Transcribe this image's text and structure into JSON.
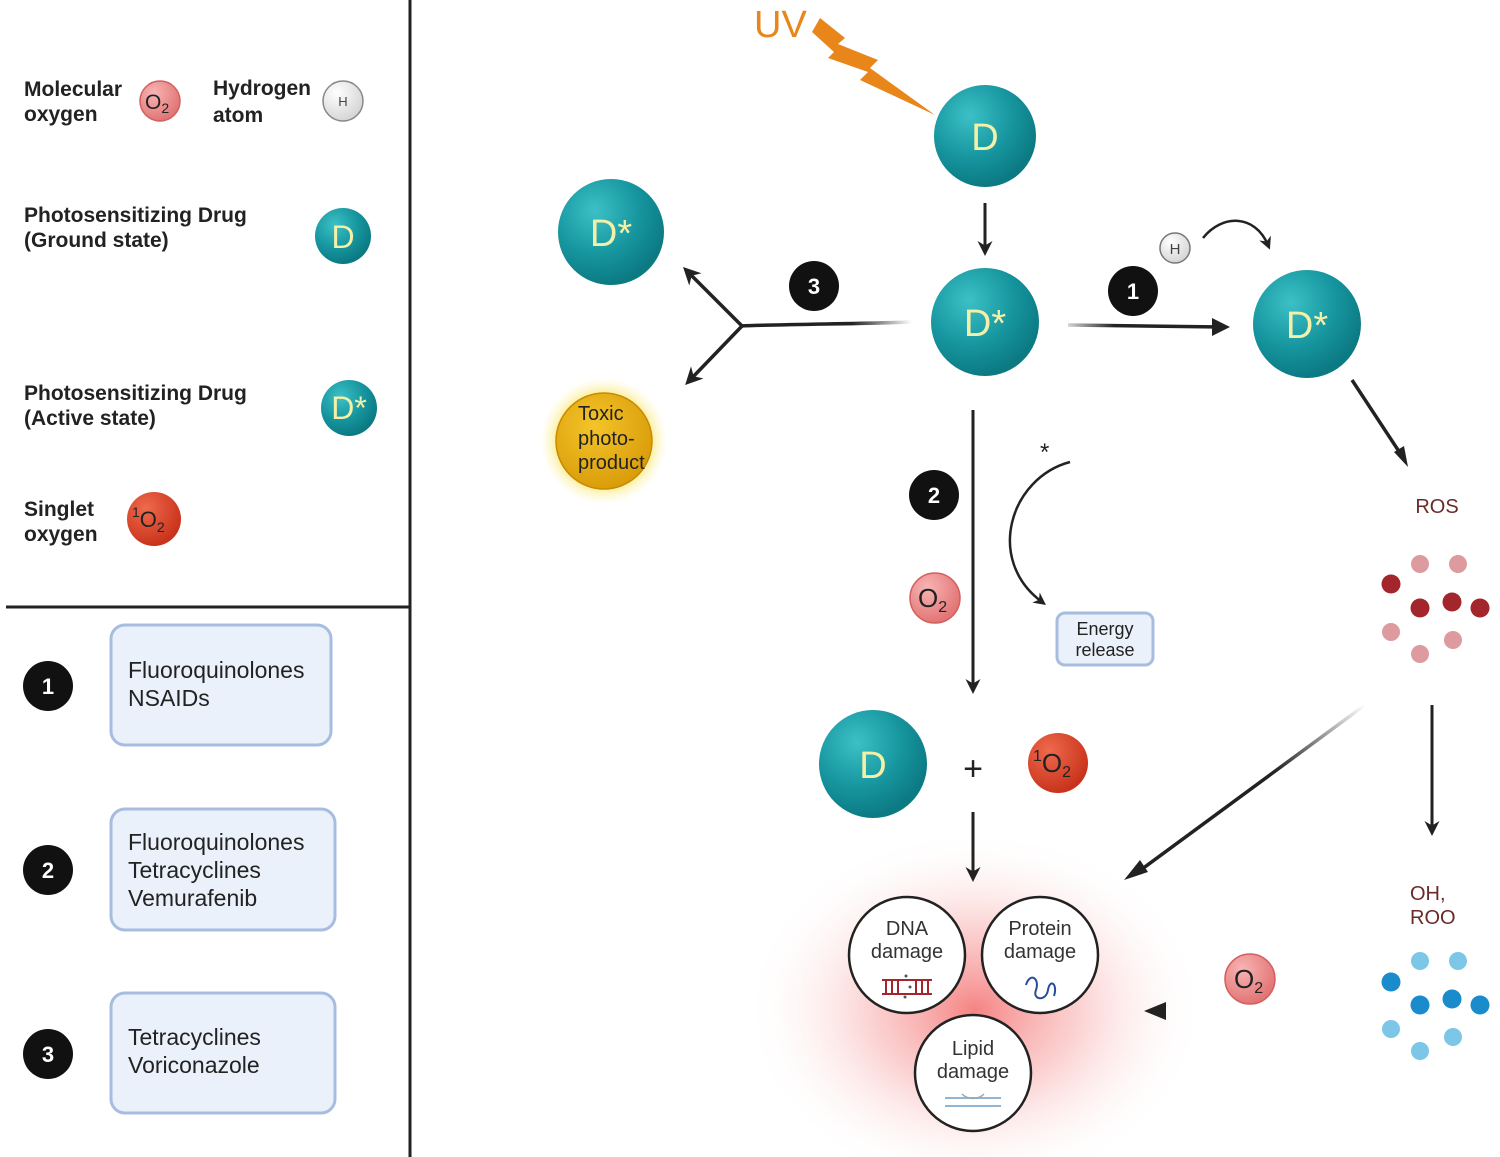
{
  "legend": {
    "molecular_oxygen": "Molecular oxygen",
    "molecular_oxygen_line1": "Molecular",
    "molecular_oxygen_line2": "oxygen",
    "hydrogen_atom_line1": "Hydrogen",
    "hydrogen_atom_line2": "atom",
    "hydrogen_symbol": "H",
    "ground_line1": "Photosensitizing Drug",
    "ground_line2": "(Ground state)",
    "active_line1": "Photosensitizing Drug",
    "active_line2": "(Active state)",
    "singlet_line1": "Singlet",
    "singlet_line2": "oxygen"
  },
  "symbols": {
    "O": "O",
    "sub2": "2",
    "sup1": "1",
    "D": "D",
    "Dstar": "D*",
    "H": "H"
  },
  "drug_classes": [
    {
      "number": "1",
      "lines": [
        "Fluoroquinolones",
        "NSAIDs"
      ]
    },
    {
      "number": "2",
      "lines": [
        "Fluoroquinolones",
        "Tetracyclines",
        "Vemurafenib"
      ]
    },
    {
      "number": "3",
      "lines": [
        "Tetracyclines",
        "Voriconazole"
      ]
    }
  ],
  "diagram": {
    "uv": "UV",
    "step1": "1",
    "step2": "2",
    "step3": "3",
    "toxic_line1": "Toxic",
    "toxic_line2": "photo-",
    "toxic_line3": "product",
    "asterisk": "*",
    "energy_line1": "Energy",
    "energy_line2": "release",
    "plus": "+",
    "ros": "ROS",
    "oh_line1": "OH,",
    "oh_line2": "ROO",
    "dna_line1": "DNA",
    "dna_line2": "damage",
    "protein_line1": "Protein",
    "protein_line2": "damage",
    "lipid_line1": "Lipid",
    "lipid_line2": "damage"
  },
  "colors": {
    "teal": "#1a9aa3",
    "uv": "#e8861a",
    "oxygen": "#ef8d8d",
    "singlet": "#d8432b",
    "ros_dark": "#a3262d",
    "ros_light": "#dd9b9f",
    "oh_dark": "#1a8ccc",
    "oh_light": "#7cc6e8",
    "box_fill": "#eaf1fb",
    "box_stroke": "#a7bde0"
  }
}
